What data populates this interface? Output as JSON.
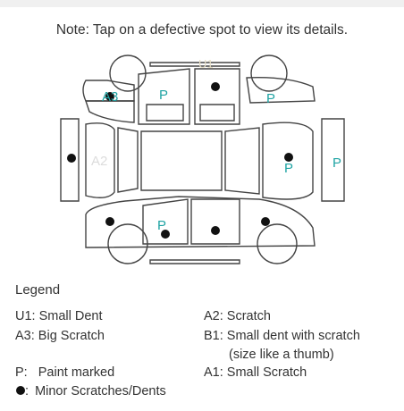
{
  "note": "Note: Tap on a defective spot to view its details.",
  "diagram": {
    "mark_color": "#1fa3a3",
    "dot_color": "#111111",
    "outline_color": "#444444",
    "marks": {
      "roof_u1": "U1",
      "left_front_a3": "A3",
      "left_front_door_p": "P",
      "right_front_p": "P",
      "hood_a2": "A2",
      "trunk_p": "P",
      "rear_bumper_p": "P",
      "side_front_door_p": "P"
    }
  },
  "legend": {
    "title": "Legend",
    "items": [
      {
        "code": "U1:",
        "text": "Small Dent"
      },
      {
        "code": "A2:",
        "text": "Scratch"
      },
      {
        "code": "A3:",
        "text": "Big Scratch"
      },
      {
        "code": "B1:",
        "text": "Small dent with scratch"
      },
      {
        "code": "",
        "text": "(size like a thumb)"
      },
      {
        "code": "P:",
        "text": "Paint marked"
      },
      {
        "code": "A1:",
        "text": "Small Scratch"
      },
      {
        "code": ":",
        "text": "Minor Scratches/Dents"
      }
    ]
  }
}
